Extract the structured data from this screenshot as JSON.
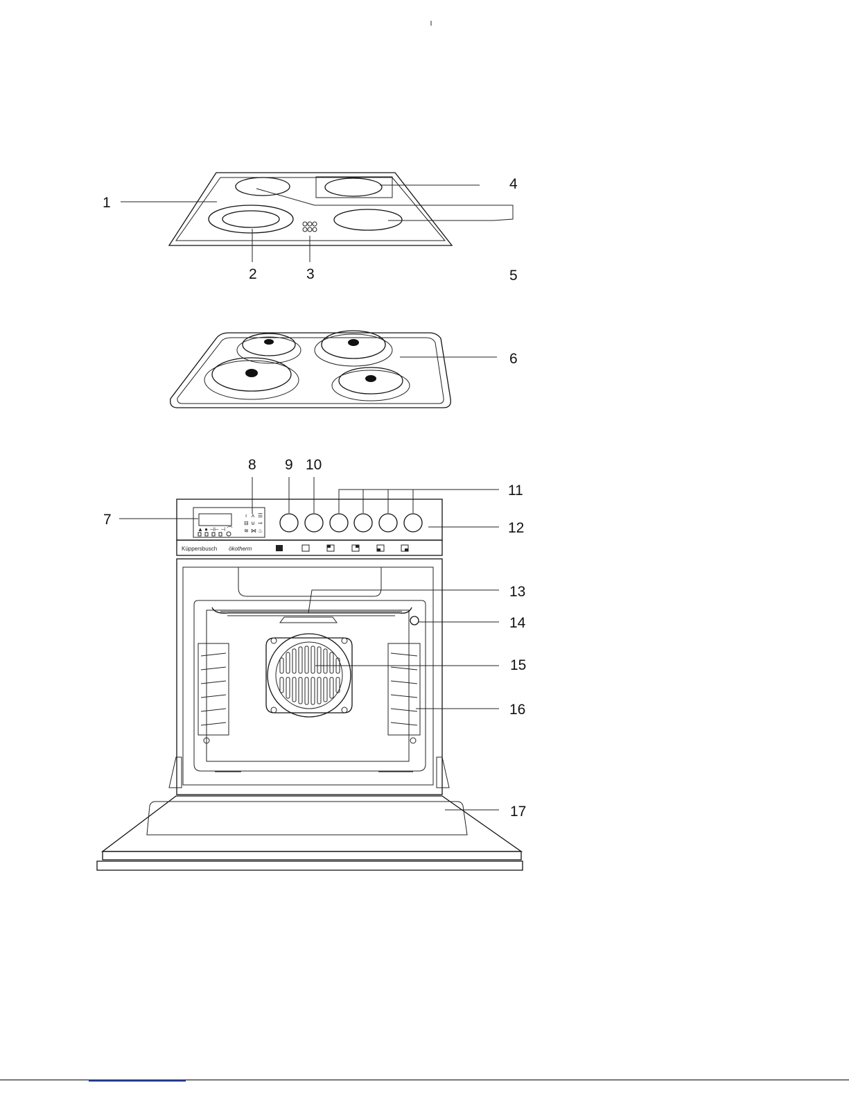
{
  "figure": {
    "hob_ceramic_labels": [
      "1",
      "2",
      "3",
      "4",
      "5"
    ],
    "hob_plates_labels": [
      "6"
    ],
    "oven_labels": [
      "7",
      "8",
      "9",
      "10",
      "11",
      "12",
      "13",
      "14",
      "15",
      "16",
      "17"
    ],
    "brand_text": "Küppersbusch",
    "model_text": "ökotherm"
  },
  "labels": {
    "l1": "1",
    "l2": "2",
    "l3": "3",
    "l4": "4",
    "l5": "5",
    "l6": "6",
    "l7": "7",
    "l8": "8",
    "l9": "9",
    "l10": "10",
    "l11": "11",
    "l12": "12",
    "l13": "13",
    "l14": "14",
    "l15": "15",
    "l16": "16",
    "l17": "17"
  },
  "icons": {
    "control_panel_symbols": [
      "lamp-icon",
      "fan-icon",
      "grill-icon",
      "defrost-icon",
      "bottom-heat-icon",
      "top-heat-icon"
    ]
  }
}
